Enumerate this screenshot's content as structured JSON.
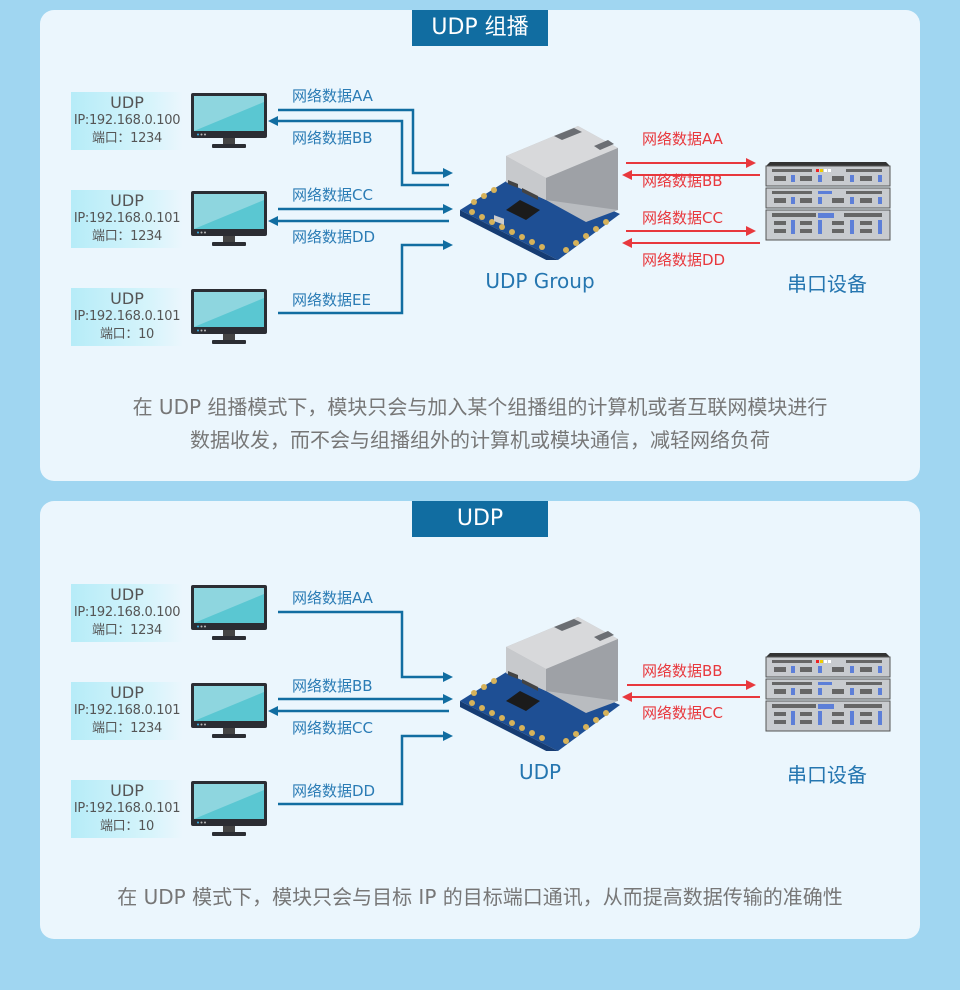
{
  "colors": {
    "background": "#a0d6f1",
    "panel": "#ebf6fd",
    "title_bar": "#116da1",
    "wire_blue": "#116da1",
    "wire_red": "#e8383d",
    "label_blue": "#2b7cb5",
    "label_red": "#e8383d",
    "desc_text": "#777777"
  },
  "panels": [
    {
      "title": "UDP 组播",
      "clients": [
        {
          "proto": "UDP",
          "ip": "IP:192.168.0.100",
          "port": "端口：1234"
        },
        {
          "proto": "UDP",
          "ip": "IP:192.168.0.101",
          "port": "端口：1234"
        },
        {
          "proto": "UDP",
          "ip": "IP:192.168.0.101",
          "port": "端口：10"
        }
      ],
      "left_labels": [
        "网络数据AA",
        "网络数据BB",
        "网络数据CC",
        "网络数据DD",
        "网络数据EE"
      ],
      "right_labels": [
        "网络数据AA",
        "网络数据BB",
        "网络数据CC",
        "网络数据DD"
      ],
      "module_caption": "UDP Group",
      "device_caption": "串口设备",
      "description": [
        "在 UDP 组播模式下，模块只会与加入某个组播组的计算机或者互联网模块进行",
        "数据收发，而不会与组播组外的计算机或模块通信，减轻网络负荷"
      ]
    },
    {
      "title": "UDP",
      "clients": [
        {
          "proto": "UDP",
          "ip": "IP:192.168.0.100",
          "port": "端口：1234"
        },
        {
          "proto": "UDP",
          "ip": "IP:192.168.0.101",
          "port": "端口：1234"
        },
        {
          "proto": "UDP",
          "ip": "IP:192.168.0.101",
          "port": "端口：10"
        }
      ],
      "left_labels": [
        "网络数据AA",
        "网络数据BB",
        "网络数据CC",
        "网络数据DD"
      ],
      "right_labels": [
        "网络数据BB",
        "网络数据CC"
      ],
      "module_caption": "UDP",
      "device_caption": "串口设备",
      "description": [
        "在 UDP 模式下，模块只会与目标 IP 的目标端口通讯，从而提高数据传输的准确性"
      ]
    }
  ]
}
